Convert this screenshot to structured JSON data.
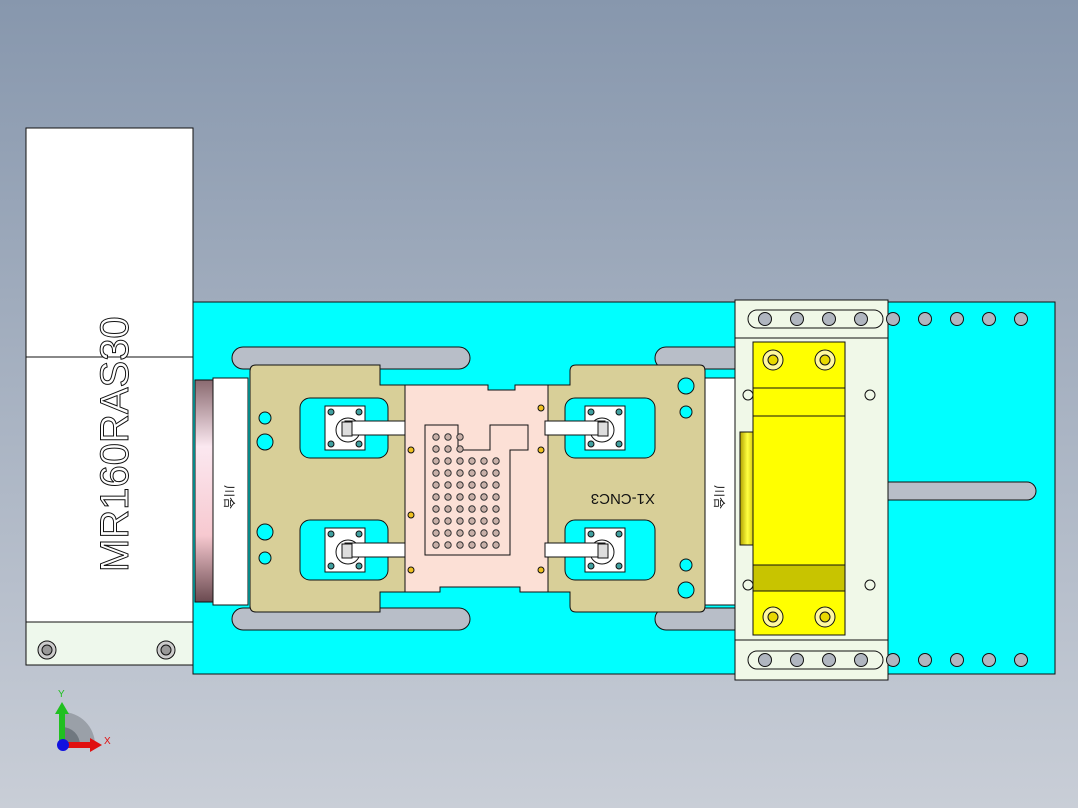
{
  "model": {
    "motor_label": "MR160RAS30",
    "fixture_label": "X1-CNC3",
    "plate_marking_left": "川合",
    "plate_marking_right": "川合"
  },
  "triad": {
    "x_label": "X",
    "y_label": "Y"
  },
  "colors": {
    "base_plate": "#00ffff",
    "fixture_plate": "#d8cf98",
    "nest_plate": "#fce0d6",
    "carriage_block": "#ffff00",
    "motor_body": "#ffffff",
    "background_top": "#8797ad",
    "background_bottom": "#c9ced7"
  }
}
